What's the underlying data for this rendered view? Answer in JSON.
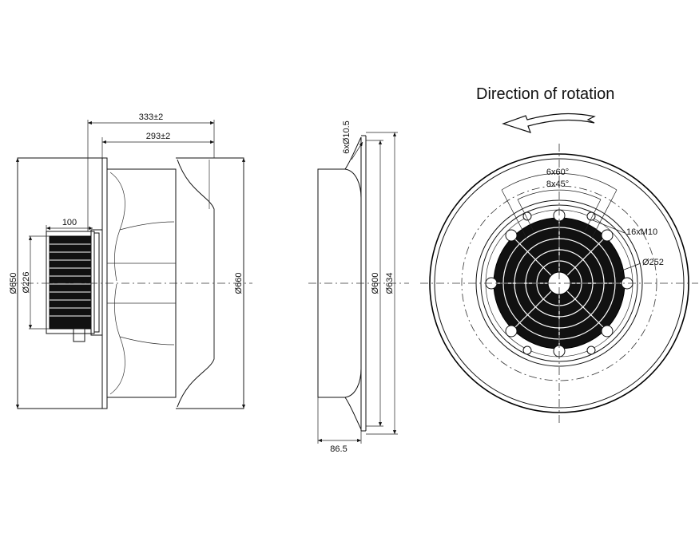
{
  "rotation": {
    "title": "Direction of rotation"
  },
  "side_view": {
    "overall_length": "333±2",
    "impeller_length": "293±2",
    "motor_length": "100",
    "outer_dia": "Ø650",
    "motor_dia": "Ø226",
    "impeller_dia": "Ø660"
  },
  "section_view": {
    "holes": "6xØ10.5",
    "bolt_circle": "Ø600",
    "flange_dia": "Ø634",
    "depth": "86.5"
  },
  "front_view": {
    "angle1": "6x60°",
    "angle2": "8x45°",
    "thread": "16xM10",
    "hub_dia": "Ø252"
  }
}
